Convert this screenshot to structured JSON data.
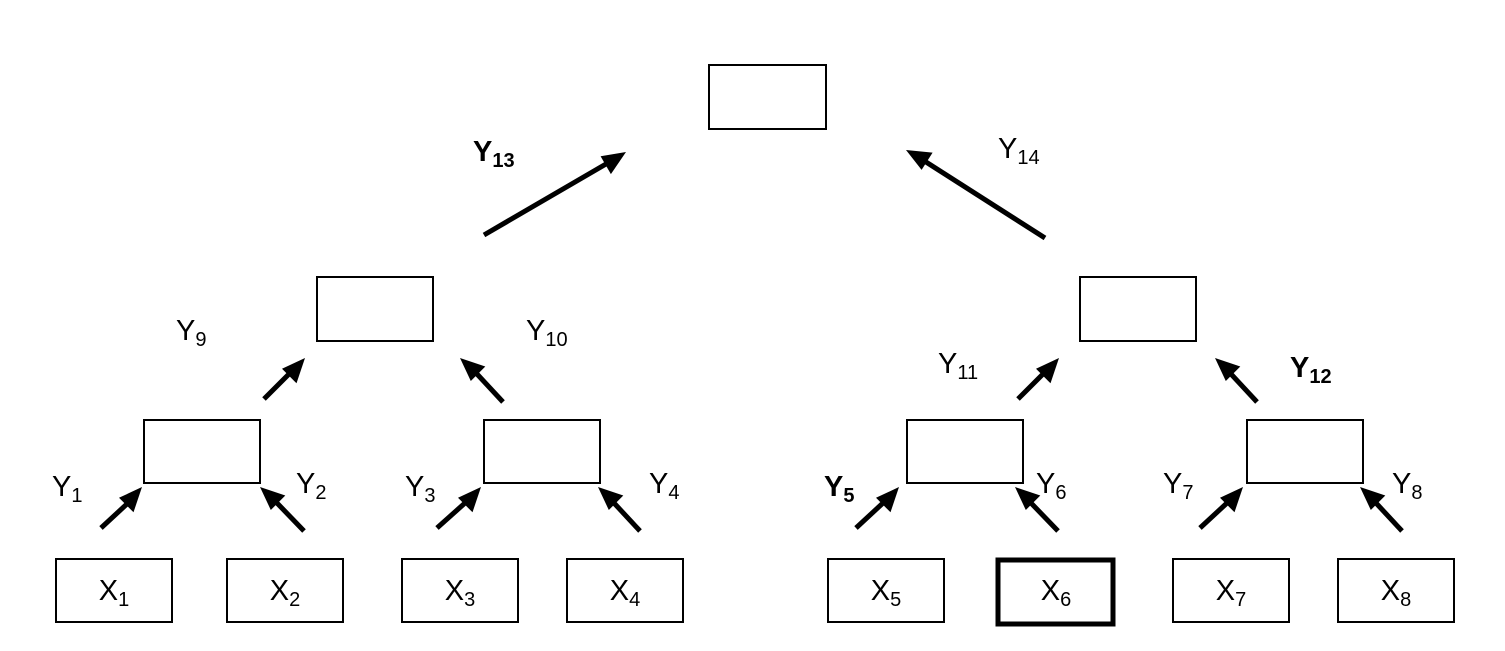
{
  "leaves": [
    {
      "base": "X",
      "sub": "1"
    },
    {
      "base": "X",
      "sub": "2"
    },
    {
      "base": "X",
      "sub": "3"
    },
    {
      "base": "X",
      "sub": "4"
    },
    {
      "base": "X",
      "sub": "5"
    },
    {
      "base": "X",
      "sub": "6",
      "highlighted": true
    },
    {
      "base": "X",
      "sub": "7"
    },
    {
      "base": "X",
      "sub": "8"
    }
  ],
  "edges": [
    {
      "base": "Y",
      "sub": "1",
      "bold": false
    },
    {
      "base": "Y",
      "sub": "2",
      "bold": false
    },
    {
      "base": "Y",
      "sub": "3",
      "bold": false
    },
    {
      "base": "Y",
      "sub": "4",
      "bold": false
    },
    {
      "base": "Y",
      "sub": "5",
      "bold": true
    },
    {
      "base": "Y",
      "sub": "6",
      "bold": false
    },
    {
      "base": "Y",
      "sub": "7",
      "bold": false
    },
    {
      "base": "Y",
      "sub": "8",
      "bold": false
    },
    {
      "base": "Y",
      "sub": "9",
      "bold": false
    },
    {
      "base": "Y",
      "sub": "10",
      "bold": false
    },
    {
      "base": "Y",
      "sub": "11",
      "bold": false
    },
    {
      "base": "Y",
      "sub": "12",
      "bold": true
    },
    {
      "base": "Y",
      "sub": "13",
      "bold": true
    },
    {
      "base": "Y",
      "sub": "14",
      "bold": false
    }
  ]
}
